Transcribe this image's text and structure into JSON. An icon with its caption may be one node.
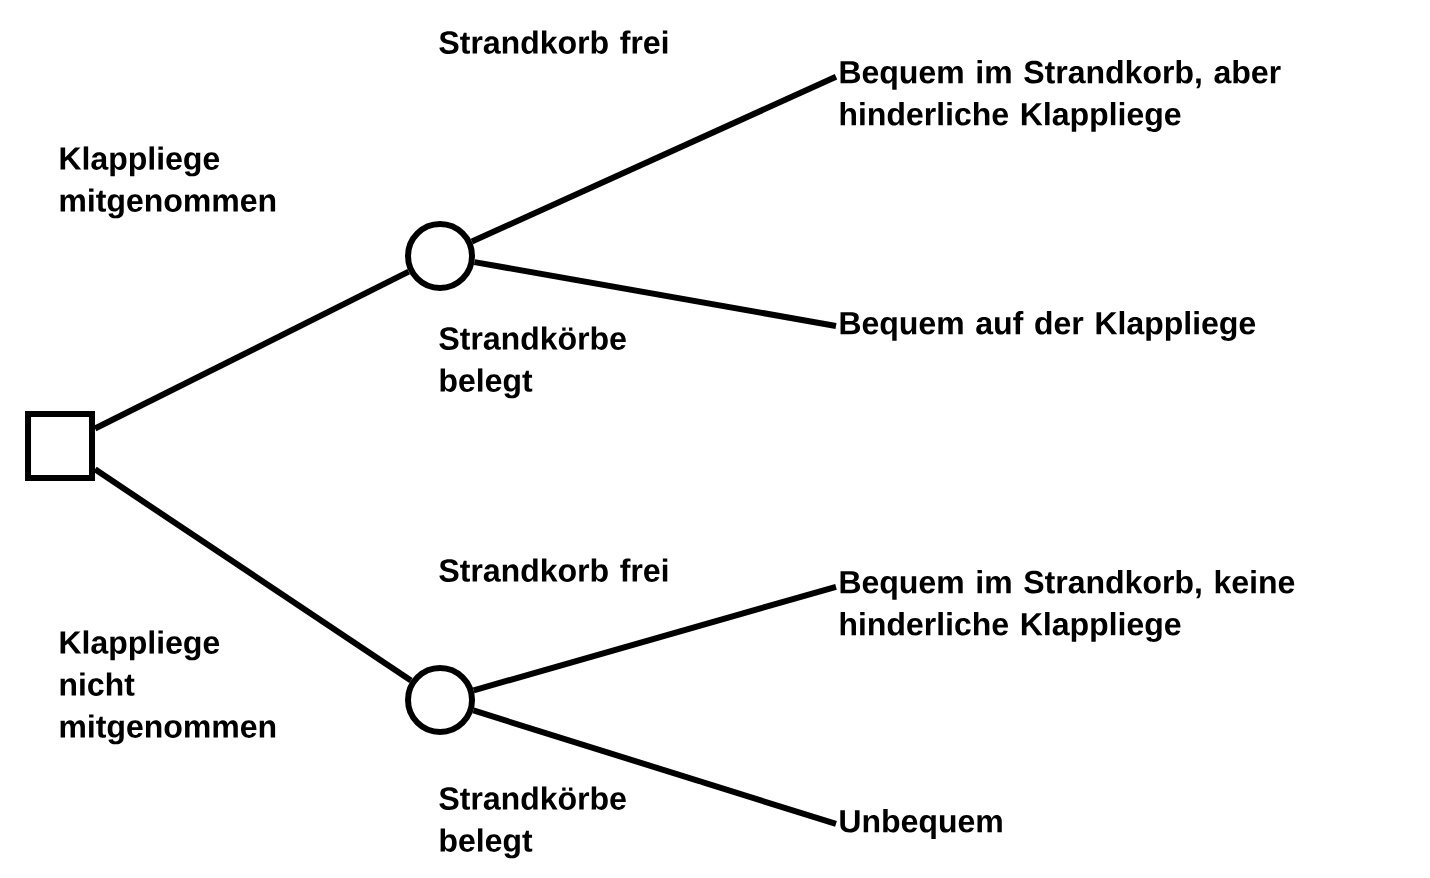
{
  "diagram": {
    "nodes": [
      {
        "text": [],
        "shape": "box"
      },
      {
        "text": [],
        "shape": "circle"
      },
      {
        "text": [],
        "shape": "circle"
      },
      {
        "text": [
          "Bequem im Strandkorb, aber hinderliche Klappliege"
        ]
      },
      {
        "text": [
          "Bequem auf der Klappliege"
        ]
      },
      {
        "text": [
          "Bequem im Strandkorb, keine hinderliche Klappliege"
        ]
      },
      {
        "text": [
          "Unbequem"
        ]
      }
    ],
    "edges": [
      {
        "from": 0,
        "to": 1,
        "arrow": "none",
        "label": "Klappliege mitgenommen"
      },
      {
        "from": 0,
        "to": 2,
        "arrow": "none",
        "label": "Klappliege nicht mitgenommen"
      },
      {
        "from": 1,
        "to": 3,
        "arrow": "none",
        "label": "Strandkorb frei"
      },
      {
        "from": 1,
        "to": 4,
        "arrow": "none",
        "label": "Strandkörbe belegt"
      },
      {
        "from": 2,
        "to": 5,
        "arrow": "none",
        "label": "Strandkorb frei"
      },
      {
        "from": 2,
        "to": 6,
        "arrow": "none",
        "label": "Strandkörbe belegt"
      }
    ]
  }
}
